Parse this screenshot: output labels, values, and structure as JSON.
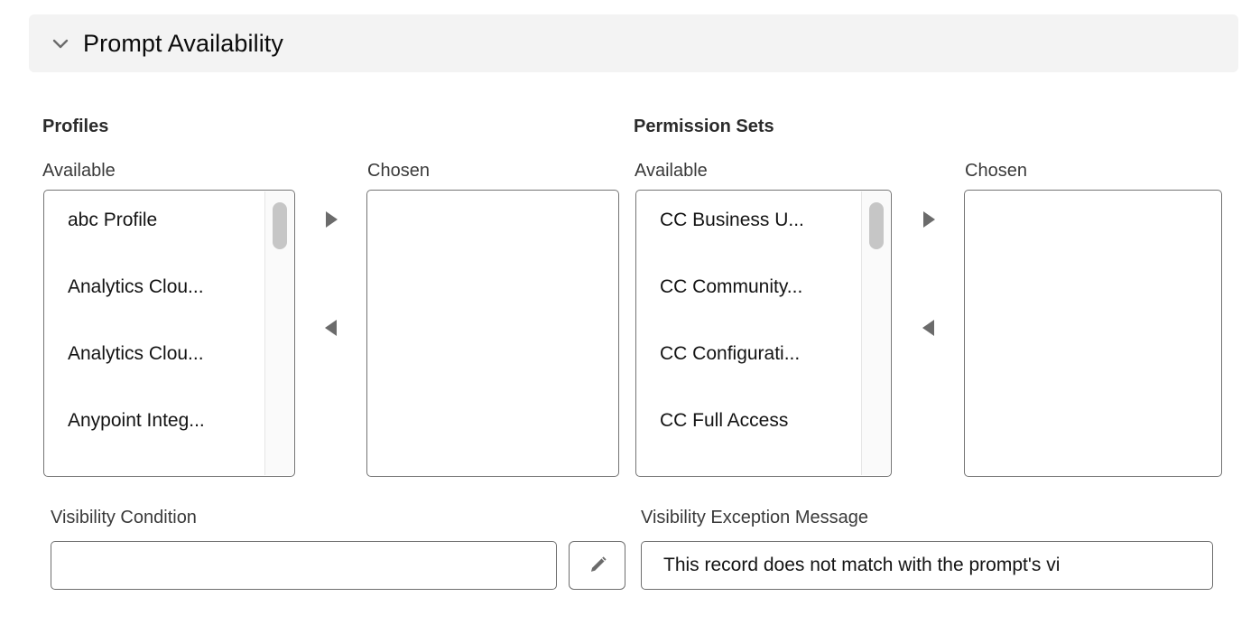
{
  "section": {
    "title": "Prompt Availability",
    "collapse_icon": "chevron-down-icon",
    "expanded": true
  },
  "profiles": {
    "group_title": "Profiles",
    "available_label": "Available",
    "chosen_label": "Chosen",
    "available_options": [
      "abc Profile",
      "Analytics Clou...",
      "Analytics Clou...",
      "Anypoint Integ..."
    ],
    "chosen_options": [],
    "add_icon": "triangle-right-icon",
    "remove_icon": "triangle-left-icon"
  },
  "permission_sets": {
    "group_title": "Permission Sets",
    "available_label": "Available",
    "chosen_label": "Chosen",
    "available_options": [
      "CC Business U...",
      "CC Community...",
      "CC Configurati...",
      "CC Full Access"
    ],
    "chosen_options": [],
    "add_icon": "triangle-right-icon",
    "remove_icon": "triangle-left-icon"
  },
  "visibility_condition": {
    "label": "Visibility Condition",
    "value": "",
    "placeholder": "",
    "edit_icon": "pencil-icon"
  },
  "visibility_exception": {
    "label": "Visibility Exception Message",
    "value": "This record does not match with the prompt's vi",
    "placeholder": ""
  },
  "colors": {
    "header_background": "#f3f3f3",
    "border": "#747474",
    "text": "#131313",
    "label_text": "#3a3a3a",
    "arrow": "#6b6b6b",
    "scroll_thumb": "#c6c6c6",
    "page_background": "#ffffff"
  }
}
